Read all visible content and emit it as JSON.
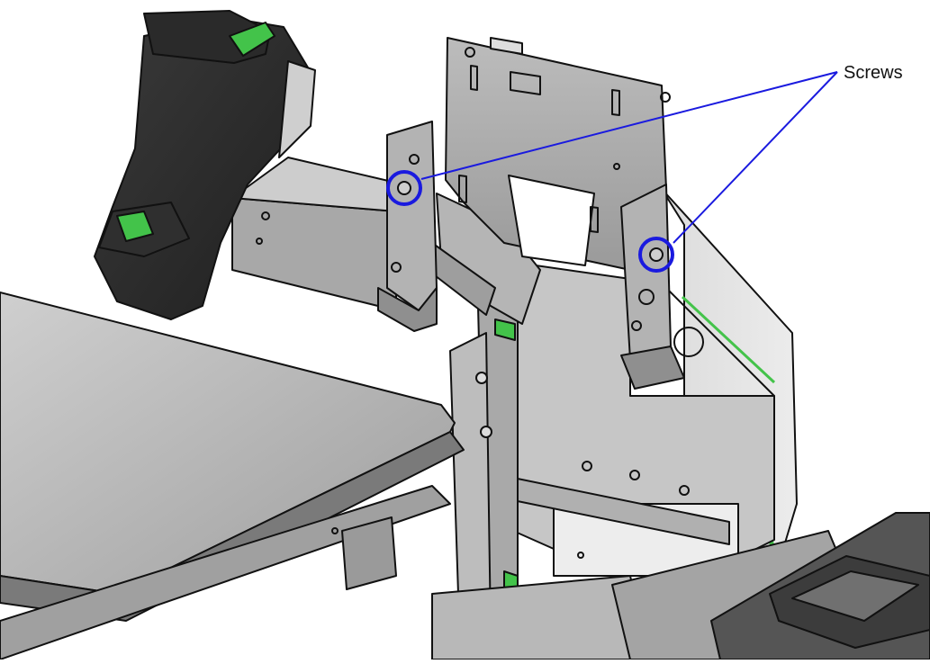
{
  "callout": {
    "label": "Screws",
    "color": "#1a1adf"
  },
  "colors": {
    "metal_light": "#d9d9d9",
    "metal_mid": "#bdbdbd",
    "metal_dark": "#8e8e8e",
    "outline": "#111111",
    "scanner_body": "#2e2e2e",
    "scanner_accent": "#43c34a",
    "tray_top": "#bfbfbf"
  },
  "parts": {
    "scanner": "handheld-scanner",
    "bracket": "mounting-bracket",
    "left_tray": "scale-platter",
    "right_unit": "payment-terminal-base"
  }
}
